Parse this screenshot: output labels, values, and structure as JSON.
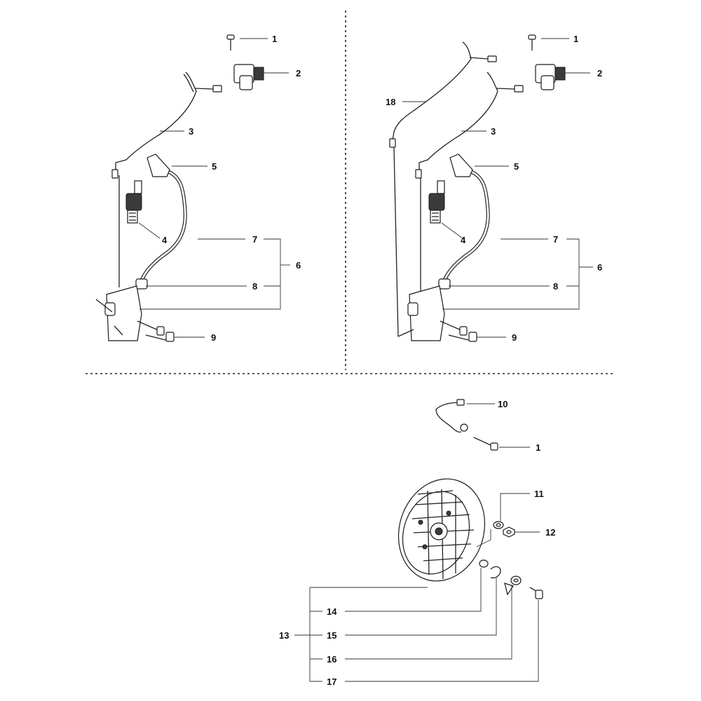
{
  "callouts": {
    "left": {
      "c1": "1",
      "c2": "2",
      "c3": "3",
      "c4": "4",
      "c5": "5",
      "c6": "6",
      "c7": "7",
      "c8": "8",
      "c9": "9"
    },
    "right": {
      "c1": "1",
      "c2": "2",
      "c3": "3",
      "c4": "4",
      "c5": "5",
      "c6": "6",
      "c7": "7",
      "c8": "8",
      "c9": "9",
      "c18": "18"
    },
    "bottom": {
      "c10": "10",
      "c1": "1",
      "c11": "11",
      "c12": "12",
      "c13": "13",
      "c14": "14",
      "c15": "15",
      "c16": "16",
      "c17": "17"
    }
  }
}
